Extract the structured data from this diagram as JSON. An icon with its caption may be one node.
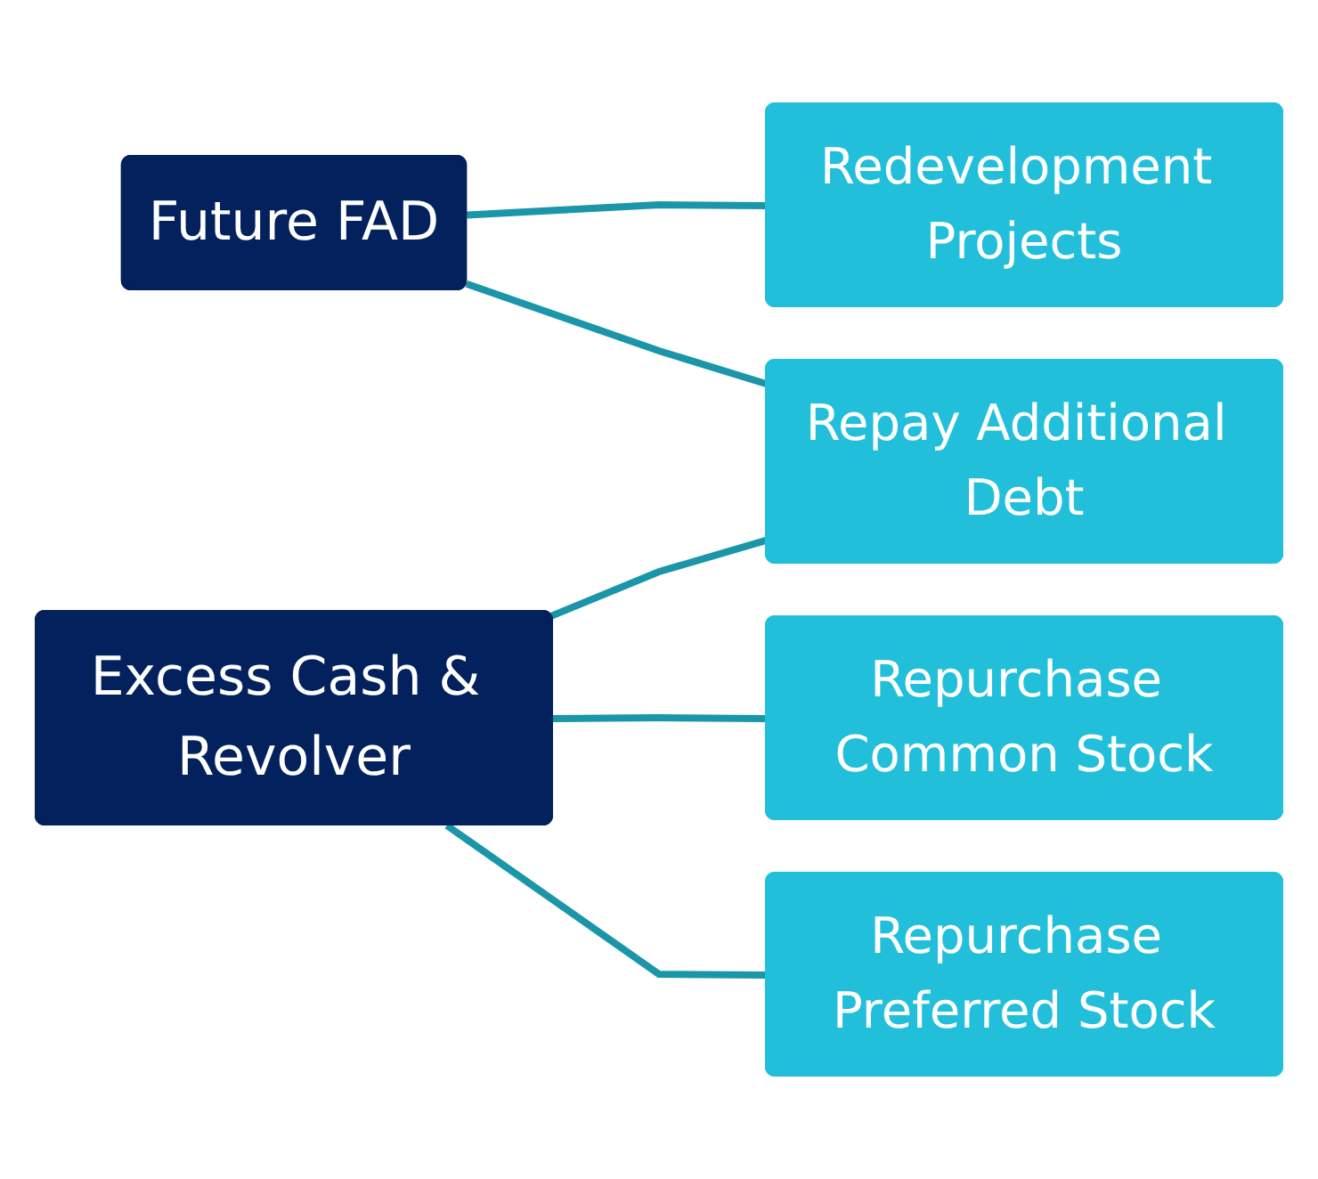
{
  "diagram": {
    "nodes": [
      {
        "text": [
          "Future FAD"
        ]
      },
      {
        "text": [
          "Excess Cash & Revolver"
        ]
      },
      {
        "text": [
          "Redevelopment Projects"
        ]
      },
      {
        "text": [
          "Repay Additional Debt"
        ]
      },
      {
        "text": [
          "Repurchase Common Stock"
        ]
      },
      {
        "text": [
          "Repurchase Preferred Stock"
        ]
      }
    ],
    "edges": [
      {
        "from": 0,
        "to": 2,
        "arrow": "none"
      },
      {
        "from": 0,
        "to": 3,
        "arrow": "none"
      },
      {
        "from": 1,
        "to": 3,
        "arrow": "none"
      },
      {
        "from": 1,
        "to": 4,
        "arrow": "none"
      },
      {
        "from": 1,
        "to": 5,
        "arrow": "none"
      }
    ]
  }
}
